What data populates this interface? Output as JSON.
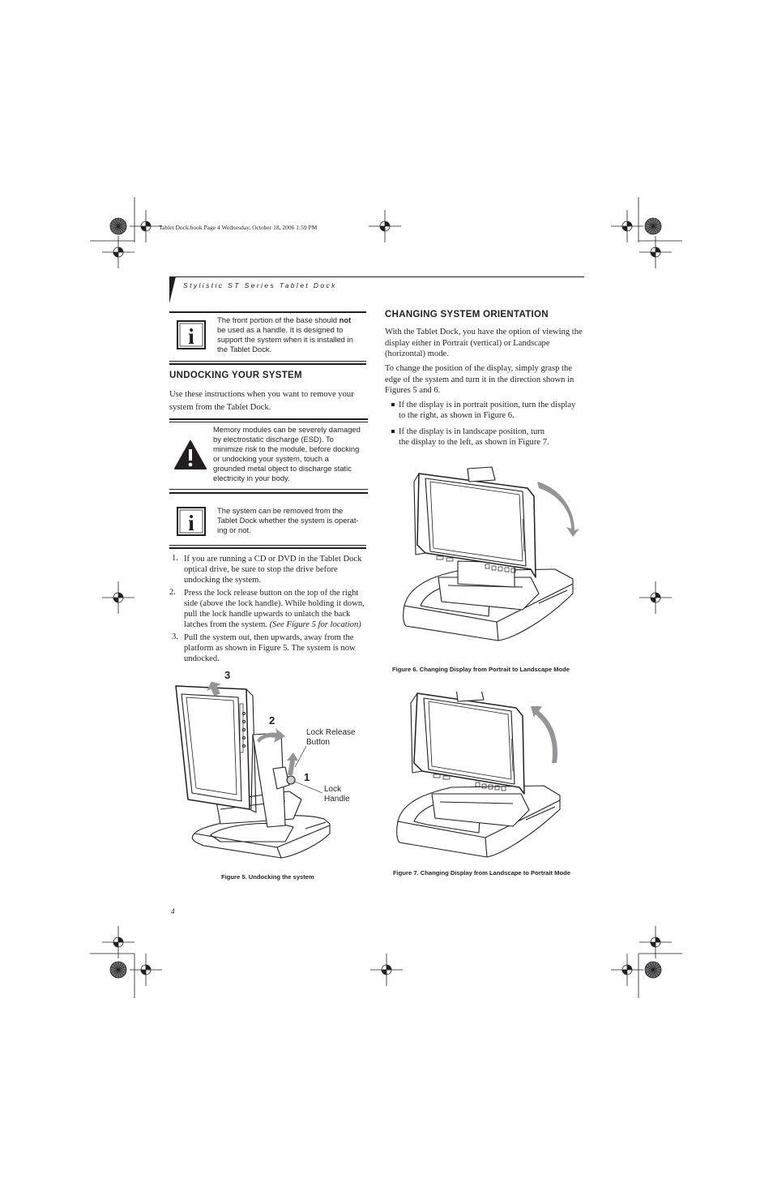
{
  "slug_line": "Tablet Dock.book  Page 4  Wednesday, October 18, 2006  1:59 PM",
  "running_header": "Stylistic ST Series Tablet Dock",
  "notes": {
    "base_note": {
      "before": "The front portion of the base should ",
      "bold": "not",
      "after": " be used as a handle. It is designed to support the system when it is installed in the Tablet Dock."
    },
    "esd_caution": "Memory modules can be severely damaged by electrostatic discharge (ESD). To minimize risk to the module, before docking or undocking your system, touch a grounded metal object to discharge static electricity in your body.",
    "removal_note": "The system can be removed from the Tablet Dock whether the system is operat-ing or not."
  },
  "undocking": {
    "heading": "UNDOCKING YOUR SYSTEM",
    "intro": "Use these instructions when you want to remove your system from the Tablet Dock.",
    "steps": [
      {
        "num": "1.",
        "text": "If you are running a CD or DVD in the Tablet Dock optical drive, be sure to stop the drive before undocking the system."
      },
      {
        "num": "2.",
        "text": "Press the lock release button on the top of the right side (above the lock handle). While holding it down, pull the lock handle upwards to unlatch the back latches from the system. ",
        "ref": "(See Figure 5 for location)"
      },
      {
        "num": "3.",
        "text": "Pull the system out, then upwards, away from the platform as shown in Figure 5. The system is now undocked."
      }
    ],
    "figure": {
      "caption": "Figure 5. Undocking the system",
      "callout_lock_release": "Lock Release Button",
      "callout_lock_handle": "Lock Handle",
      "num1": "1",
      "num2": "2",
      "num3": "3"
    }
  },
  "orientation": {
    "heading": "CHANGING SYSTEM ORIENTATION",
    "para1": "With the Tablet Dock, you have the option of viewing the display either in Portrait (vertical) or Landscape (horizontal) mode.",
    "para2": "To change the position of the display, simply grasp the edge of the system and turn it in the direction shown in Figures 5 and 6.",
    "bullets": [
      "If the display is in portrait position, turn the display to the right, as shown in Figure 6.",
      "If the display is in landscape position, turn the display to the left, as shown in Figure 7."
    ],
    "figure6_caption": "Figure 6.  Changing Display from Portrait to Landscape Mode",
    "figure7_caption": "Figure 7. Changing Display from Landscape to Portrait Mode"
  },
  "page_number": "4"
}
